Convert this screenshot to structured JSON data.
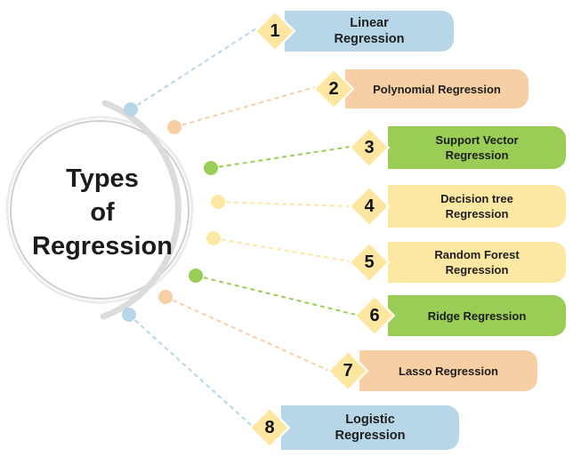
{
  "title": {
    "line1": "Types",
    "line2": "of",
    "line3": "Regression"
  },
  "items": [
    {
      "number": "1",
      "label": "Linear\nRegression",
      "color": "#b7d6e8"
    },
    {
      "number": "2",
      "label": "Polynomial Regression",
      "color": "#f7cfa5"
    },
    {
      "number": "3",
      "label": "Support Vector\nRegression",
      "color": "#9acd55"
    },
    {
      "number": "4",
      "label": "Decision tree\nRegression",
      "color": "#fde8a3"
    },
    {
      "number": "5",
      "label": "Random Forest\nRegression",
      "color": "#fde8a3"
    },
    {
      "number": "6",
      "label": "Ridge Regression",
      "color": "#9acd55"
    },
    {
      "number": "7",
      "label": "Lasso Regression",
      "color": "#f7cfa5"
    },
    {
      "number": "8",
      "label": "Logistic\nRegression",
      "color": "#b7d6e8"
    }
  ],
  "colors": {
    "badge": "#fde7a0",
    "arc": "#d9d9d9",
    "circle_border": "#c8c8c8"
  }
}
